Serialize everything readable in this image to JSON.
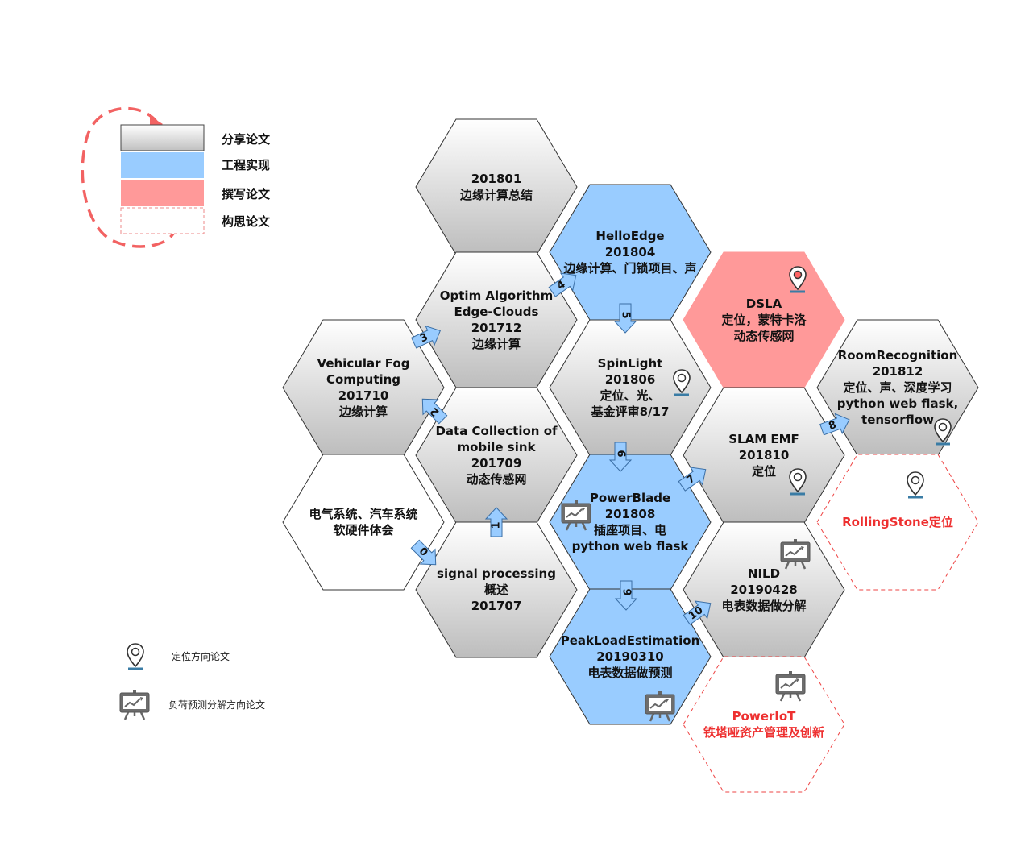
{
  "legend": {
    "items": [
      {
        "label": "分享论文",
        "style": "gray"
      },
      {
        "label": "工程实现",
        "style": "blue"
      },
      {
        "label": "撰写论文",
        "style": "red"
      },
      {
        "label": "构思论文",
        "style": "dashed"
      }
    ],
    "icon_legend": [
      {
        "icon": "location-pin-icon",
        "label": "定位方向论文"
      },
      {
        "icon": "presentation-chart-icon",
        "label": "负荷预测分解方向论文"
      }
    ]
  },
  "colors": {
    "gray_top": "#ffffff",
    "gray_bottom": "#bdbdbd",
    "blue": "#99ccff",
    "red": "#ff9999",
    "red_dashed": "#ee4444",
    "stroke": "#333333",
    "arrow_fill": "#99ccff"
  },
  "hexagons": [
    {
      "id": "hex-201801",
      "style": "gray",
      "lines": [
        "201801",
        "边缘计算总结"
      ]
    },
    {
      "id": "hex-helloedge",
      "style": "blue",
      "lines": [
        "HelloEdge",
        "201804",
        "边缘计算、门锁项目、声"
      ]
    },
    {
      "id": "hex-optim",
      "style": "gray",
      "lines": [
        "Optim Algorithm",
        "Edge-Clouds",
        "201712",
        "边缘计算"
      ]
    },
    {
      "id": "hex-dsla",
      "style": "red",
      "lines": [
        "DSLA",
        "定位，蒙特卡洛",
        "动态传感网"
      ]
    },
    {
      "id": "hex-vehicular",
      "style": "gray",
      "lines": [
        "Vehicular Fog",
        "Computing",
        "201710",
        "边缘计算"
      ]
    },
    {
      "id": "hex-spinlight",
      "style": "gray",
      "lines": [
        "SpinLight",
        "201806",
        "定位、光、",
        "基金评审8/17"
      ]
    },
    {
      "id": "hex-roomrecognition",
      "style": "gray",
      "lines": [
        "RoomRecognition",
        "201812",
        "定位、声、深度学习",
        "python web flask,",
        "tensorflow"
      ]
    },
    {
      "id": "hex-datacollection",
      "style": "gray",
      "lines": [
        "Data Collection of",
        "mobile sink",
        "201709",
        "动态传感网"
      ]
    },
    {
      "id": "hex-slam",
      "style": "gray",
      "lines": [
        "SLAM EMF",
        "201810",
        "定位"
      ]
    },
    {
      "id": "hex-electric",
      "style": "white",
      "lines": [
        "电气系统、汽车系统",
        "软硬件体会"
      ]
    },
    {
      "id": "hex-powerblade",
      "style": "blue",
      "lines": [
        "PowerBlade",
        "201808",
        "插座项目、电",
        "python web flask"
      ]
    },
    {
      "id": "hex-rollingstone",
      "style": "dashed",
      "lines": [
        "RollingStone定位"
      ]
    },
    {
      "id": "hex-signal",
      "style": "gray",
      "lines": [
        "signal processing",
        "概述",
        "201707"
      ]
    },
    {
      "id": "hex-nild",
      "style": "gray",
      "lines": [
        "NILD",
        "20190428",
        "电表数据做分解"
      ]
    },
    {
      "id": "hex-peakload",
      "style": "blue",
      "lines": [
        "PeakLoadEstimation",
        "20190310",
        "电表数据做预测"
      ]
    },
    {
      "id": "hex-poweriot",
      "style": "dashed",
      "lines": [
        "PowerIoT",
        "铁塔哑资产管理及创新"
      ]
    }
  ],
  "arrows": [
    {
      "label": "0"
    },
    {
      "label": "1"
    },
    {
      "label": "2"
    },
    {
      "label": "3"
    },
    {
      "label": "4"
    },
    {
      "label": "5"
    },
    {
      "label": "6"
    },
    {
      "label": "7"
    },
    {
      "label": "8"
    },
    {
      "label": "9"
    },
    {
      "label": "10"
    }
  ]
}
